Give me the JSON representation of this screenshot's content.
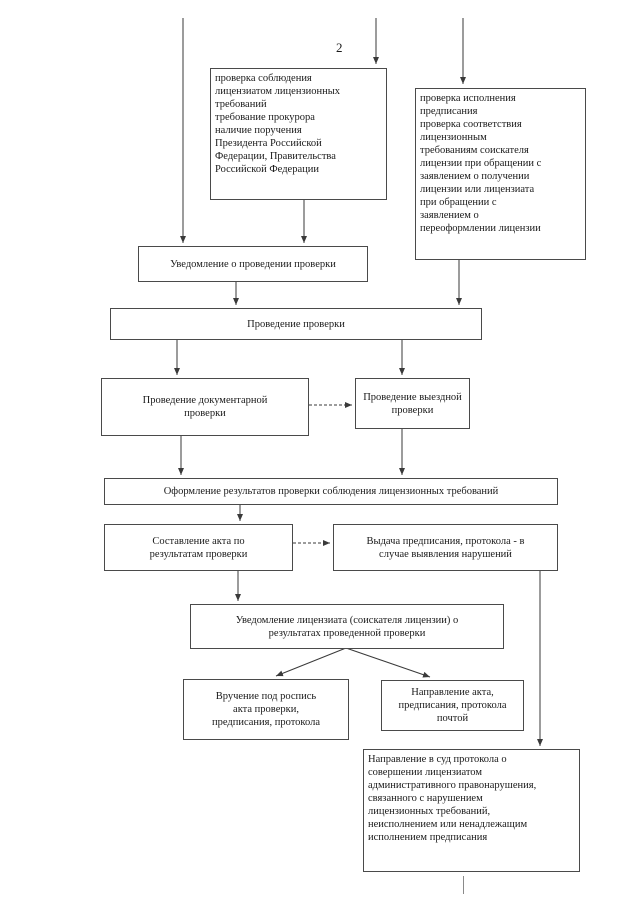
{
  "page_number": "2",
  "boxes": {
    "grounds_left": "проверка соблюдения\nлицензиатом лицензионных\nтребований\nтребование прокурора\nналичие поручения\nПрезидента Российской\nФедерации, Правительства\nРоссийской Федерации",
    "grounds_right": "проверка исполнения\nпредписания\nпроверка соответствия\nлицензионным\nтребованиям соискателя\nлицензии при обращении с\nзаявлением о получении\nлицензии или лицензиата\nпри обращении с\nзаявлением о\nпереоформлении лицензии",
    "notify": "Уведомление о проведении проверки",
    "conduct": "Проведение проверки",
    "documentary": "Проведение документарной\nпроверки",
    "onsite": "Проведение выездной\nпроверки",
    "formalize": "Оформление результатов проверки соблюдения лицензионных требований",
    "act": "Составление акта по\nрезультатам  проверки",
    "order": "Выдача предписания, протокола - в\nслучае выявления нарушений",
    "notify_result": "Уведомление лицензиата (соискателя лицензии)  о\nрезультатах проведенной проверки",
    "handover": "Вручение под роспись\nакта проверки,\nпредписания, протокола",
    "mail": "Направление акта,\nпредписания, протокола\nпочтой",
    "court": "Направление в суд протокола о\nсовершении лицензиатом\nадминистративного правонарушения,\nсвязанного с нарушением\nлицензионных требований,\nнеисполнением или ненадлежащим\nисполнением предписания"
  }
}
